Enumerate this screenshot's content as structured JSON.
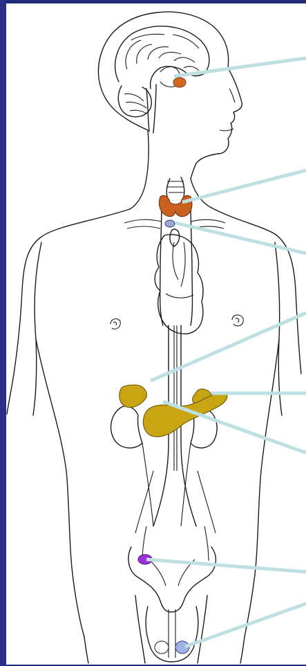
{
  "diagram": {
    "subject": "human-endocrine-system",
    "labels": [],
    "colors": {
      "background": "#1f2a7c",
      "panel": "#ffffff",
      "outline": "#1a1a1a",
      "leader_line": "#bfe0e2",
      "pituitary": "#d2691e",
      "thyroid": "#c8611d",
      "parathyroid": "#9aa8d6",
      "thymus": "#ffffff",
      "adrenal_pancreas": "#c9a514",
      "ovary": "#9b30d9",
      "testis": "#9fb2e6"
    },
    "glands": [
      {
        "id": "pituitary",
        "icon": "orange-gland"
      },
      {
        "id": "thyroid",
        "icon": "orange-gland"
      },
      {
        "id": "parathyroid",
        "icon": "blue-gland"
      },
      {
        "id": "thymus",
        "icon": "outline-gland"
      },
      {
        "id": "adrenal",
        "icon": "yellow-gland"
      },
      {
        "id": "pancreas",
        "icon": "yellow-gland"
      },
      {
        "id": "ovary",
        "icon": "purple-gland"
      },
      {
        "id": "testis",
        "icon": "blue-gland"
      }
    ]
  }
}
